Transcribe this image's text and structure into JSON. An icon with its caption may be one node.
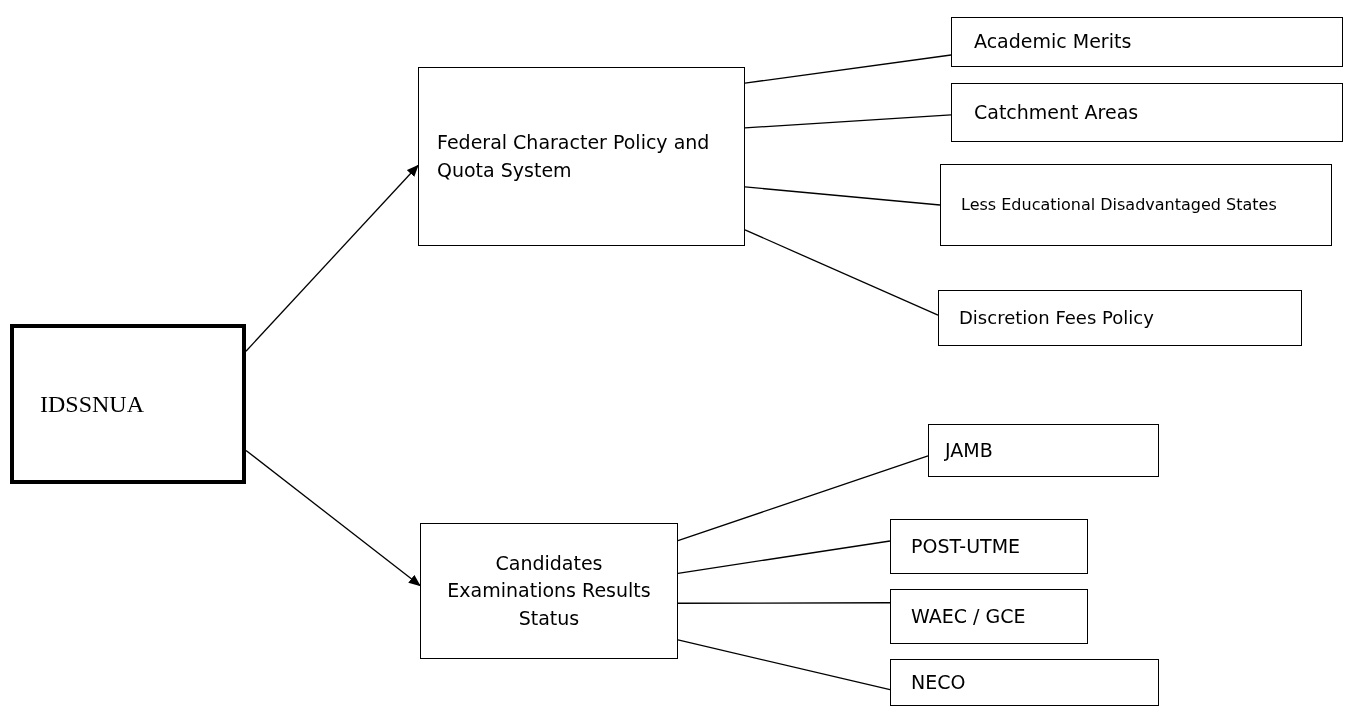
{
  "diagram": {
    "nodes": [
      {
        "text": [
          "IDSSNUA"
        ]
      },
      {
        "text": [
          "Federal Character Policy and Quota System"
        ]
      },
      {
        "text": [
          "Academic Merits"
        ]
      },
      {
        "text": [
          "Catchment Areas"
        ]
      },
      {
        "text": [
          "Less Educational Disadvantaged States"
        ]
      },
      {
        "text": [
          "Discretion Fees Policy"
        ]
      },
      {
        "text": [
          "Candidates Examinations Results Status"
        ]
      },
      {
        "text": [
          "JAMB"
        ]
      },
      {
        "text": [
          "POST-UTME"
        ]
      },
      {
        "text": [
          "WAEC / GCE"
        ]
      },
      {
        "text": [
          "NECO"
        ]
      }
    ],
    "edges": [
      {
        "from": 0,
        "to": 1,
        "arrow": "to"
      },
      {
        "from": 0,
        "to": 6,
        "arrow": "to"
      },
      {
        "from": 1,
        "to": 2,
        "arrow": "none"
      },
      {
        "from": 1,
        "to": 3,
        "arrow": "none"
      },
      {
        "from": 1,
        "to": 4,
        "arrow": "none"
      },
      {
        "from": 1,
        "to": 5,
        "arrow": "none"
      },
      {
        "from": 6,
        "to": 7,
        "arrow": "none"
      },
      {
        "from": 6,
        "to": 8,
        "arrow": "none"
      },
      {
        "from": 6,
        "to": 9,
        "arrow": "none"
      },
      {
        "from": 6,
        "to": 10,
        "arrow": "none"
      }
    ]
  }
}
